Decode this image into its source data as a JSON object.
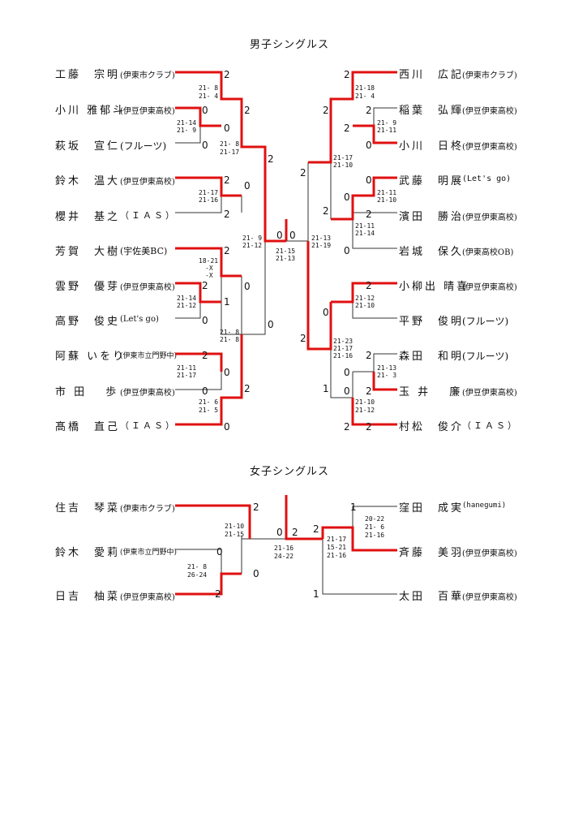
{
  "men": {
    "title": "男子シングルス",
    "left": [
      {
        "name": "工藤　宗明",
        "club": "(伊東市クラブ)"
      },
      {
        "name": "小川 雅郁斗",
        "club": "(伊豆伊東高校)"
      },
      {
        "name": "萩坂　宣仁",
        "club": "(フルーツ)"
      },
      {
        "name": "鈴木　温大",
        "club": "(伊豆伊東高校)"
      },
      {
        "name": "櫻井　基之",
        "club": "（ＩＡＳ）"
      },
      {
        "name": "芳賀　大樹",
        "club": "(宇佐美BC)"
      },
      {
        "name": "雲野　優芽",
        "club": "(伊豆伊東高校)"
      },
      {
        "name": "高野　俊史",
        "club": "(Let's go)"
      },
      {
        "name": "阿蘇 いをり",
        "club": "(伊東市立門野中)"
      },
      {
        "name": "市 田　 歩",
        "club": "(伊豆伊東高校)"
      },
      {
        "name": "髙橋　直己",
        "club": "（ＩＡＳ）"
      }
    ],
    "right": [
      {
        "name": "西川　広記",
        "club": "(伊東市クラブ)"
      },
      {
        "name": "稲葉　弘輝",
        "club": "(伊豆伊東高校)"
      },
      {
        "name": "小川　日柊",
        "club": "(伊豆伊東高校)"
      },
      {
        "name": "武藤　明展",
        "club": "(Let's go)"
      },
      {
        "name": "濱田　勝治",
        "club": "(伊豆伊東高校)"
      },
      {
        "name": "岩城　保久",
        "club": "(伊東高校OB)"
      },
      {
        "name": "小柳出 晴喜",
        "club": "(伊豆伊東高校)"
      },
      {
        "name": "平野　俊明",
        "club": "(フルーツ)"
      },
      {
        "name": "森田　和明",
        "club": "(フルーツ)"
      },
      {
        "name": "玉 井　 廉",
        "club": "(伊豆伊東高校)"
      },
      {
        "name": "村松　俊介",
        "club": "（ＩＡＳ）"
      }
    ],
    "scores": [
      "2",
      "2",
      "0",
      "0",
      "2",
      "0",
      "2",
      "0",
      "2",
      "0",
      "0",
      "2",
      "2",
      "0",
      "1",
      "0",
      "0",
      "2",
      "2",
      "0",
      "0",
      "0",
      "2",
      "2",
      "2",
      "2",
      "0",
      "2",
      "0",
      "0",
      "2",
      "2",
      "0",
      "2",
      "0",
      "2",
      "2",
      "0",
      "0",
      "2",
      "2",
      "1",
      "2"
    ],
    "games": [
      [
        "21- 8",
        "21- 4"
      ],
      [
        "21-14",
        "21- 9"
      ],
      [
        "21- 8",
        "21-17"
      ],
      [
        "21-17",
        "21-16"
      ],
      [
        "18-21",
        "-X",
        "-X"
      ],
      [
        "21-14",
        "21-12"
      ],
      [
        "21- 8",
        "21- 8"
      ],
      [
        "21-11",
        "21-17"
      ],
      [
        "21- 6",
        "21- 5"
      ],
      [
        "21- 9",
        "21-12"
      ],
      [
        "21-15",
        "21-13"
      ],
      [
        "21-18",
        "21- 4"
      ],
      [
        "21- 9",
        "21-11"
      ],
      [
        "21-17",
        "21-10"
      ],
      [
        "21-11",
        "21-10"
      ],
      [
        "21-11",
        "21-14"
      ],
      [
        "21-13",
        "21-19"
      ],
      [
        "21-12",
        "21-10"
      ],
      [
        "21-23",
        "21-17",
        "21-16"
      ],
      [
        "21-13",
        "21- 3"
      ],
      [
        "21-10",
        "21-12"
      ]
    ]
  },
  "women": {
    "title": "女子シングルス",
    "left": [
      {
        "name": "住吉　琴菜",
        "club": "(伊東市クラブ)"
      },
      {
        "name": "鈴木　愛莉",
        "club": "(伊東市立門野中)"
      },
      {
        "name": "日吉　柚菜",
        "club": "(伊豆伊東高校)"
      }
    ],
    "right": [
      {
        "name": "窪田　成実",
        "club": "(hanegumi)"
      },
      {
        "name": "斉藤　美羽",
        "club": "(伊豆伊東高校)"
      },
      {
        "name": "太田　百華",
        "club": "(伊豆伊東高校)"
      }
    ],
    "scores": [
      "2",
      "0",
      "0",
      "2",
      "0",
      "2",
      "1",
      "2",
      "1"
    ],
    "games": [
      [
        "21-10",
        "21-15"
      ],
      [
        "21- 8",
        "26-24"
      ],
      [
        "21-16",
        "24-22"
      ],
      [
        "20-22",
        "21- 6",
        "21-16"
      ],
      [
        "21-17",
        "15-21",
        "21-16"
      ]
    ]
  }
}
